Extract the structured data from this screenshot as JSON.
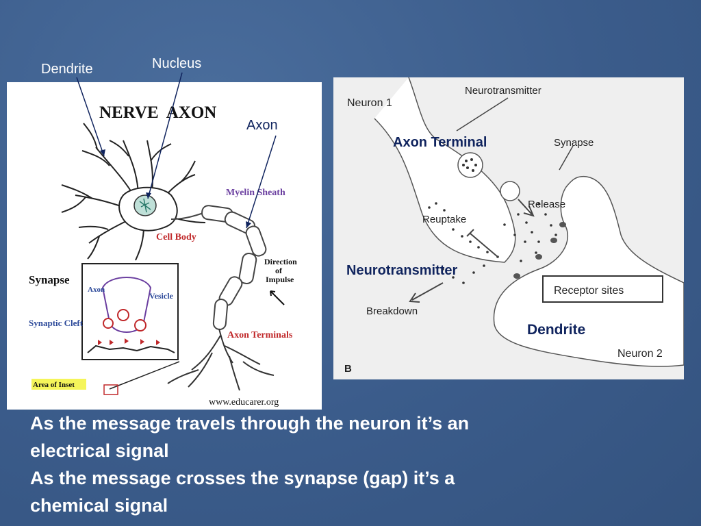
{
  "slide": {
    "overlay_labels": {
      "dendrite": "Dendrite",
      "nucleus": "Nucleus",
      "axon": "Axon"
    },
    "left_figure": {
      "title": "NERVE  AXON",
      "myelin_sheath": "Myelin Sheath",
      "cell_body": "Cell Body",
      "direction_of_impulse": [
        "Direction",
        "of",
        "Impulse"
      ],
      "synapse": "Synapse",
      "axon_small": "Axon",
      "vesicle": "Vesicle",
      "synaptic_cleft": "Synaptic Cleft",
      "axon_terminals": "Axon Terminals",
      "area_of_inset": "Area of Inset",
      "website": "www.educarer.org"
    },
    "right_figure": {
      "neuron1": "Neuron 1",
      "neurotransmitter_top": "Neurotransmitter",
      "synapse": "Synapse",
      "release": "Release",
      "reuptake": "Reuptake",
      "breakdown": "Breakdown",
      "receptor_sites": "Receptor sites",
      "neuron2": "Neuron 2",
      "panel_letter": "B"
    },
    "right_overlay_labels": {
      "axon_terminal": "Axon Terminal",
      "neurotransmitter": "Neurotransmitter",
      "dendrite": "Dendrite"
    },
    "bullets": [
      "As the message travels through the neuron it’s an",
      "electrical signal",
      "As the message crosses the synapse (gap) it’s a",
      "chemical signal"
    ],
    "colors": {
      "background": "#3d5f8e",
      "label_red": "#c0282a",
      "label_purple": "#6b3fa0",
      "label_blue": "#2d4a9a",
      "dark_label": "#10245e",
      "inset_highlight": "#f5f55a"
    }
  }
}
